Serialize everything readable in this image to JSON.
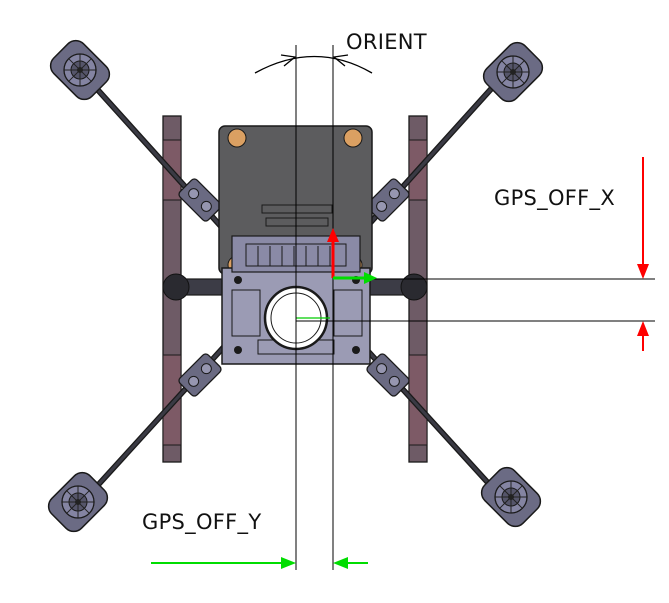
{
  "labels": {
    "orient": "ORIENT",
    "gps_off_x": "GPS_OFF_X",
    "gps_off_y": "GPS_OFF_Y"
  },
  "colors": {
    "frame_plate": "#5c5c5e",
    "body_plate": "#9a9ab4",
    "arm": "#3c3c44",
    "motor": "#6a6a80",
    "landing_leg": "#6e5a66",
    "screw": "#d9a060",
    "axis_x": "#ff0000",
    "axis_y": "#00e000",
    "dimension_line": "#000000"
  }
}
